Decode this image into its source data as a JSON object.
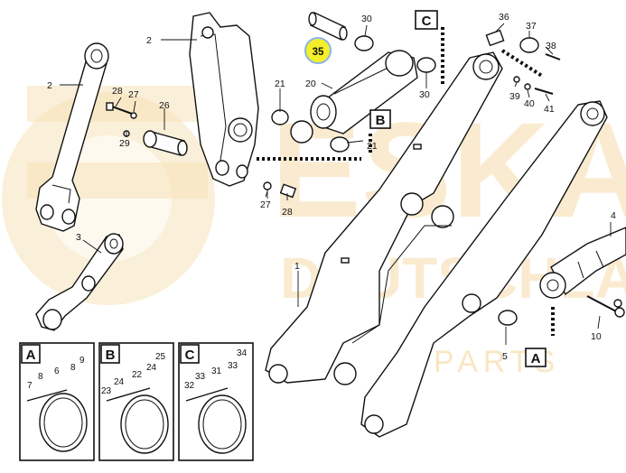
{
  "watermark": {
    "text_main": "ESKA",
    "text_sub": "DEUTSCHLAND",
    "text_bottom": "PARTS",
    "color": "#f2c87a"
  },
  "highlight": {
    "label": "35",
    "fill": "#f5ef2a",
    "ring": "#8ab4e8"
  },
  "callouts": {
    "n2a": "2",
    "n2b": "2",
    "n3": "3",
    "n26": "26",
    "n28a": "28",
    "n27a": "27",
    "n29": "29",
    "n27b": "27",
    "n28b": "28",
    "n21a": "21",
    "n21b": "21",
    "n20": "20",
    "n30a": "30",
    "n30b": "30",
    "n36": "36",
    "n37": "37",
    "n38": "38",
    "n39": "39",
    "n40": "40",
    "n41": "41",
    "n1": "1",
    "n4": "4",
    "n5": "5",
    "n10": "10"
  },
  "section_labels": {
    "B": "B",
    "C": "C",
    "A": "A"
  },
  "details": [
    {
      "letter": "A",
      "numbers": [
        "7",
        "8",
        "6",
        "8",
        "9"
      ]
    },
    {
      "letter": "B",
      "numbers": [
        "23",
        "24",
        "22",
        "24",
        "25"
      ]
    },
    {
      "letter": "C",
      "numbers": [
        "32",
        "33",
        "31",
        "33",
        "34"
      ]
    }
  ]
}
